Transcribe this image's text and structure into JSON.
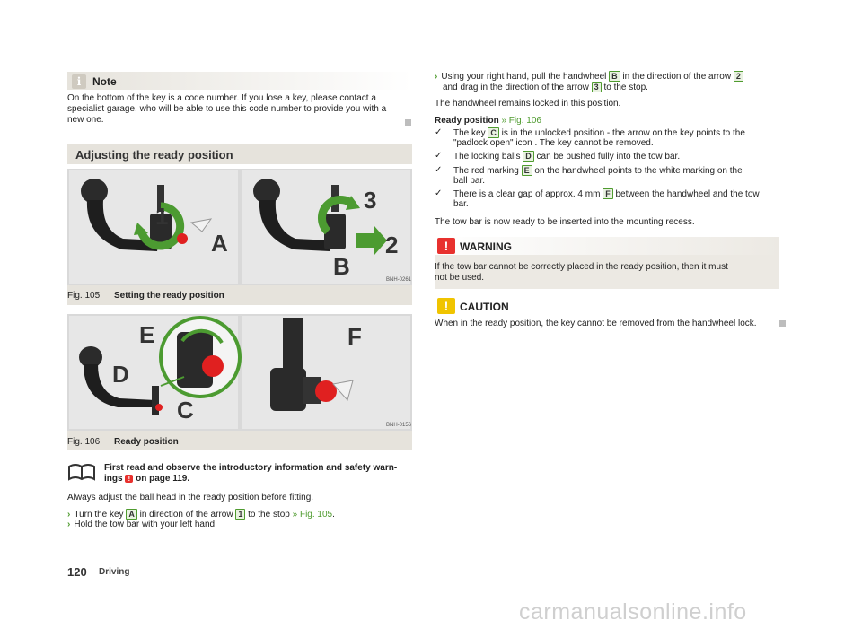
{
  "note": {
    "heading": "Note",
    "icon": "info-icon",
    "body_line1": "On the bottom of the key is a code number. If you lose a key, please contact a",
    "body_line2": "specialist garage, who will be able to use this code number to provide you with a",
    "body_line3": "new one."
  },
  "section": {
    "title": "Adjusting the ready position"
  },
  "fig105": {
    "label": "Fig. 105",
    "caption": "Setting the ready position",
    "code": "BNH-0261",
    "letters": {
      "one": "1",
      "a": "A",
      "three": "3",
      "two": "2",
      "b": "B"
    }
  },
  "fig106": {
    "label": "Fig. 106",
    "caption": "Ready position",
    "code": "BNH-0156",
    "letters": {
      "e": "E",
      "d": "D",
      "c": "C",
      "f": "F"
    }
  },
  "intro": {
    "line1": "First read and observe the introductory information and safety warn-",
    "line2a": "ings",
    "line2b": "on page 119."
  },
  "left_body": {
    "always": "Always adjust the ball head in the ready position before fitting.",
    "step1_a": "Turn the key",
    "step1_key": "A",
    "step1_b": "in direction of the arrow",
    "step1_num": "1",
    "step1_c": "to the stop",
    "step1_ref": "» Fig. 105",
    "step1_end": ".",
    "step2": "Hold the tow bar with your left hand."
  },
  "right_body": {
    "step3_a": "Using your right hand, pull the handwheel",
    "step3_key": "B",
    "step3_b": "in the direction of the arrow",
    "step3_num1": "2",
    "step3_c": "and drag in the direction of the arrow",
    "step3_num2": "3",
    "step3_d": "to the stop.",
    "locked": "The handwheel remains locked in this position.",
    "ready_label": "Ready position",
    "ready_ref": "» Fig. 106",
    "checks": [
      {
        "a": "The key",
        "key": "C",
        "b": "is in the unlocked position - the arrow on the key points to the",
        "c": "\"padlock open\" icon . The key cannot be removed."
      },
      {
        "a": "The locking balls",
        "key": "D",
        "b": "can be pushed fully into the tow bar.",
        "c": ""
      },
      {
        "a": "The red marking",
        "key": "E",
        "b": "on the handwheel points to the white marking on the",
        "c": "ball bar."
      },
      {
        "a": "There is a clear gap of approx. 4 mm",
        "key": "F",
        "b": "between the handwheel and the tow",
        "c": "bar."
      }
    ],
    "ready_insert": "The tow bar is now ready to be inserted into the mounting recess."
  },
  "warning": {
    "heading": "WARNING",
    "line1": "If the tow bar cannot be correctly placed in the ready position, then it must",
    "line2": "not be used."
  },
  "caution": {
    "heading": "CAUTION",
    "body": "When in the ready position, the key cannot be removed from the handwheel lock."
  },
  "footer": {
    "page": "120",
    "section": "Driving"
  },
  "watermark": "carmanualsonline.info",
  "colors": {
    "accent_green": "#4f9b2f",
    "warning_red": "#e8312e",
    "caution_yellow": "#f0c400",
    "panel_beige": "#e6e3dc"
  }
}
